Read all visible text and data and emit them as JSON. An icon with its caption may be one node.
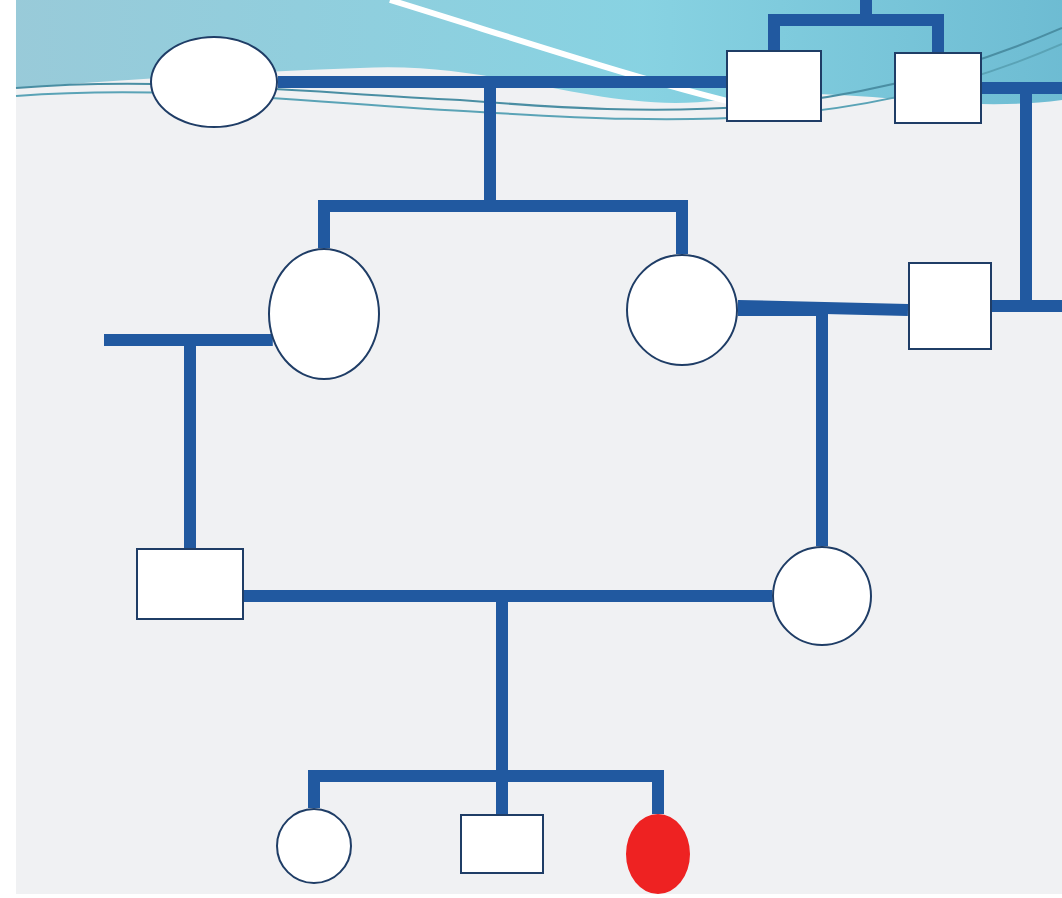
{
  "diagram": {
    "nodes": [
      {
        "text": [],
        "shape": "circle"
      },
      {
        "text": [],
        "shape": "box"
      },
      {
        "text": [],
        "shape": "box"
      },
      {
        "text": [],
        "shape": "circle"
      },
      {
        "text": [],
        "shape": "circle"
      },
      {
        "text": [],
        "shape": "box"
      },
      {
        "text": [],
        "shape": "box"
      },
      {
        "text": [],
        "shape": "circle"
      },
      {
        "text": [],
        "shape": "circle"
      },
      {
        "text": [],
        "shape": "box"
      },
      {
        "text": [],
        "shape": "circle"
      }
    ],
    "edges": [
      {
        "from": 0,
        "to": 1,
        "arrow": "none"
      },
      {
        "from": 0,
        "to": 3,
        "arrow": "none"
      },
      {
        "from": 0,
        "to": 4,
        "arrow": "none"
      },
      {
        "from": null,
        "to": 1,
        "arrow": "none"
      },
      {
        "from": null,
        "to": 2,
        "arrow": "none"
      },
      {
        "from": 2,
        "to": 5,
        "arrow": "none"
      },
      {
        "from": 5,
        "to": null,
        "arrow": "none"
      },
      {
        "from": 2,
        "to": null,
        "arrow": "none"
      },
      {
        "from": 4,
        "to": 5,
        "arrow": "none"
      },
      {
        "from": 4,
        "to": 7,
        "arrow": "none"
      },
      {
        "from": 3,
        "to": null,
        "arrow": "none"
      },
      {
        "from": 3,
        "to": 6,
        "arrow": "none"
      },
      {
        "from": 6,
        "to": 7,
        "arrow": "none"
      },
      {
        "from": 6,
        "to": 8,
        "arrow": "none"
      },
      {
        "from": 6,
        "to": 9,
        "arrow": "none"
      },
      {
        "from": 6,
        "to": 10,
        "arrow": "none"
      }
    ]
  }
}
